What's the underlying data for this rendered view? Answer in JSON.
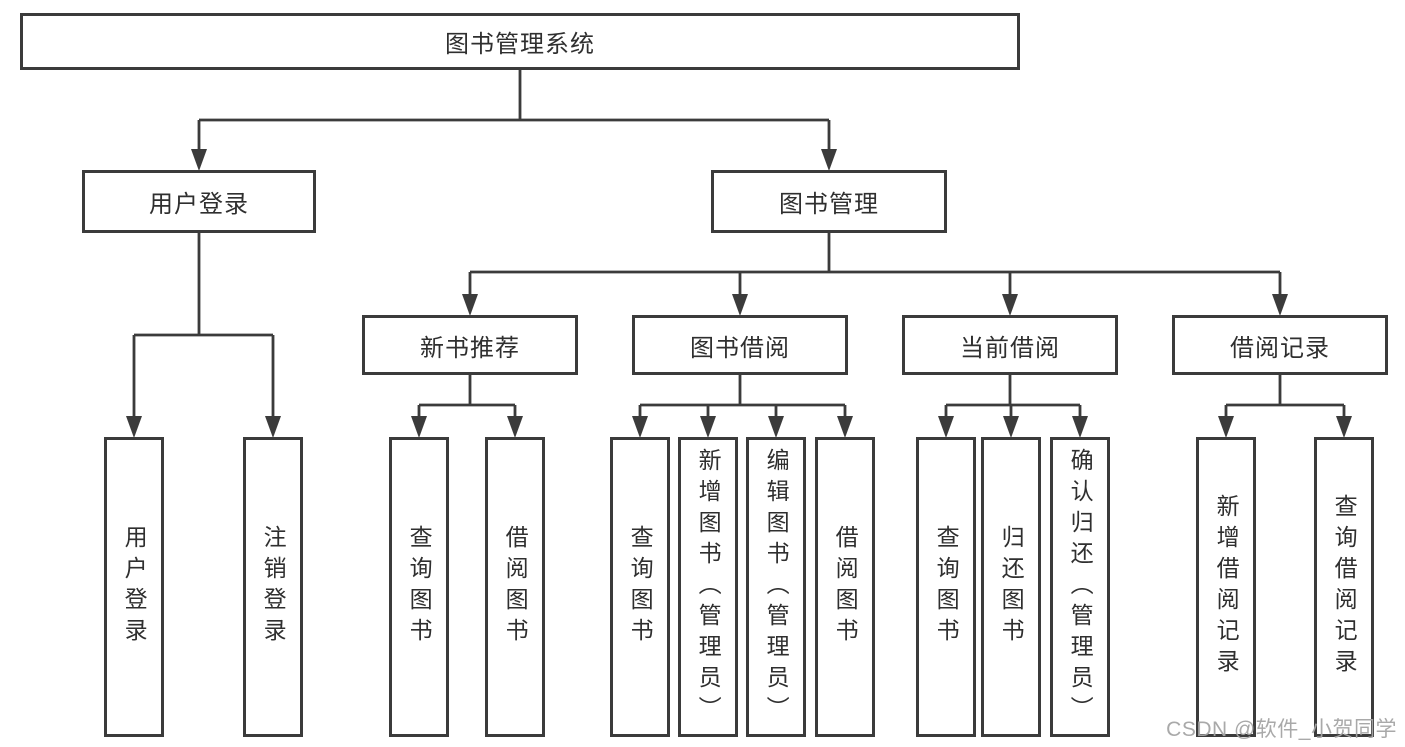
{
  "diagram": {
    "root": {
      "label": "图书管理系统"
    },
    "level2": {
      "user_login": "用户登录",
      "book_management": "图书管理"
    },
    "level3": {
      "new_book_recommend": "新书推荐",
      "book_borrow": "图书借阅",
      "current_borrow": "当前借阅",
      "borrow_records": "借阅记录"
    },
    "leaves": {
      "user_login": "用户登录",
      "logout": "注销登录",
      "nb_query_books": "查询图书",
      "nb_borrow_books": "借阅图书",
      "bb_query_books": "查询图书",
      "bb_add_book_admin": "新增图书（管理员）",
      "bb_edit_book_admin": "编辑图书（管理员）",
      "bb_borrow_books": "借阅图书",
      "cb_query_books": "查询图书",
      "cb_return_book": "归还图书",
      "cb_confirm_return_admin": "确认归还（管理员）",
      "br_add_record": "新增借阅记录",
      "br_query_record": "查询借阅记录"
    },
    "watermark": "CSDN @软件_小贺同学",
    "colors": {
      "line": "#3b3b3b",
      "text": "#2f2f2f",
      "background": "#ffffff",
      "watermark": "#a4a4a4"
    }
  }
}
